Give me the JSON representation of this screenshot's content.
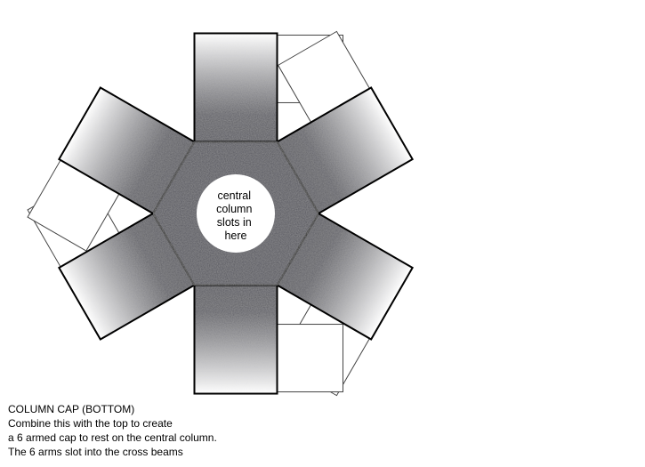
{
  "diagram": {
    "center_label": [
      "central",
      "column",
      "slots in",
      "here"
    ],
    "arm_count": 6,
    "colors": {
      "shade": "#505058",
      "outline": "#000000",
      "paper": "#ffffff"
    }
  },
  "caption": {
    "title": "COLUMN CAP (BOTTOM)",
    "lines": [
      "Combine this with the top to create",
      "a 6 armed cap to rest on the central column.",
      "The 6 arms slot into the cross beams"
    ]
  }
}
